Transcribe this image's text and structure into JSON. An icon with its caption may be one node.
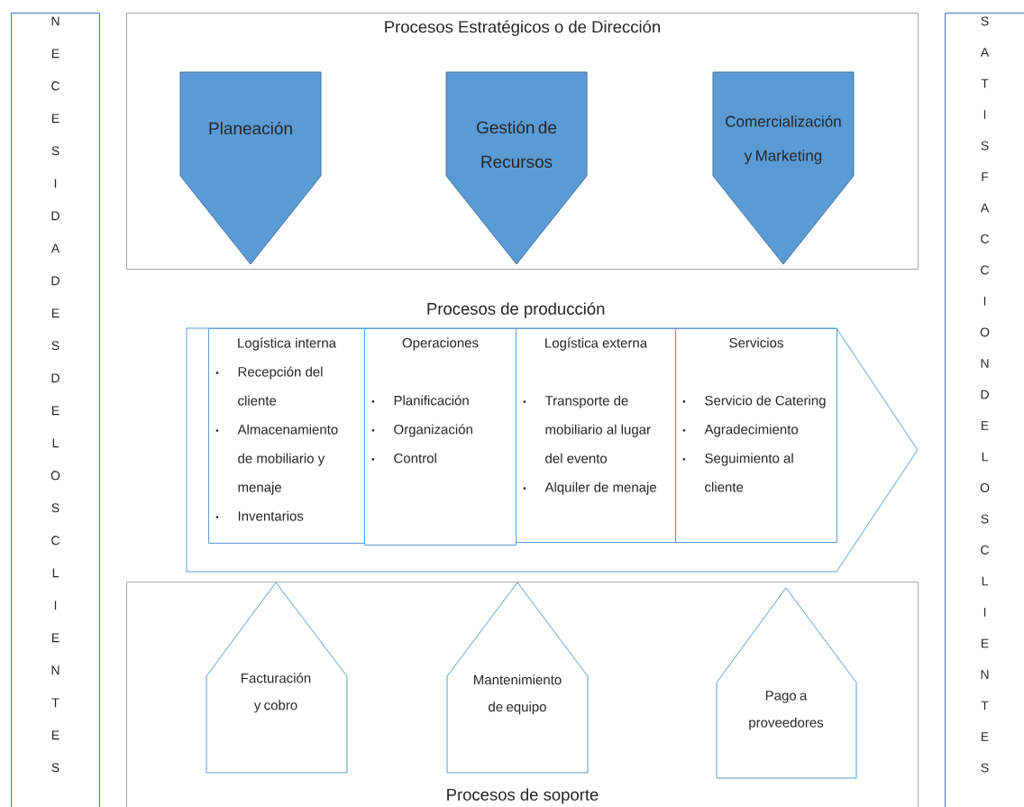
{
  "diagram": {
    "nodes": [
      {
        "text": [
          "NECESIDADES DE LOS CLIENTES"
        ]
      },
      {
        "text": [
          "Procesos Estratégicos o de Dirección"
        ]
      },
      {
        "text": [
          "Planeación"
        ],
        "in": 1
      },
      {
        "text": [
          "Gestión de Recursos"
        ],
        "in": 1
      },
      {
        "text": [
          "Comercialización y Marketing"
        ],
        "in": 1
      },
      {
        "text": [
          "Procesos de producción"
        ]
      },
      {
        "text": [
          "Logística interna",
          "Recepción del cliente",
          "Almacenamiento de mobiliario y menaje",
          "Inventarios"
        ],
        "in": 5
      },
      {
        "text": [
          "Operaciones",
          "Planificación",
          "Organización",
          "Control"
        ],
        "in": 5
      },
      {
        "text": [
          "Logística externa",
          "Transporte de mobiliario al lugar del evento",
          "Alquiler de menaje"
        ],
        "in": 5
      },
      {
        "text": [
          "Servicios",
          "Servicio de Catering",
          "Agradecimiento",
          "Seguimiento al cliente"
        ],
        "in": 5
      },
      {
        "text": [
          "Procesos de soporte"
        ]
      },
      {
        "text": [
          "Facturación y cobro"
        ],
        "in": 10
      },
      {
        "text": [
          "Mantenimiento de equipo"
        ],
        "in": 10
      },
      {
        "text": [
          "Pago a proveedores"
        ],
        "in": 10
      },
      {
        "text": [
          "SATISFACCION DE LOS CLIENTES"
        ]
      }
    ]
  }
}
